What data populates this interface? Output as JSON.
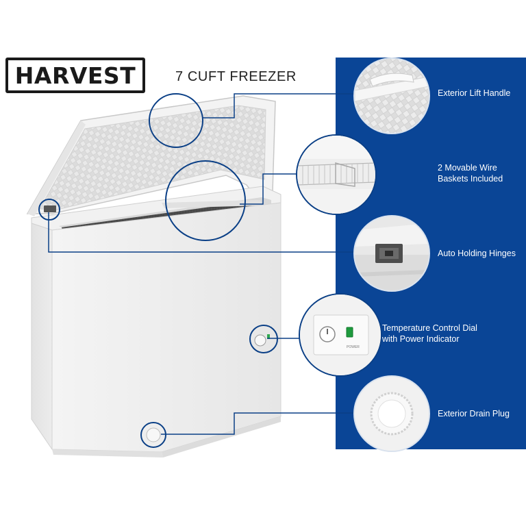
{
  "brand": {
    "logo_text": "HARVEST"
  },
  "headline": "7 CUFT FREEZER",
  "features": [
    {
      "label": "Exterior Lift Handle",
      "icon": "lift-handle-icon"
    },
    {
      "label": "2 Movable Wire Baskets Included",
      "icon": "wire-basket-icon"
    },
    {
      "label": "Auto Holding Hinges",
      "icon": "hinge-icon"
    },
    {
      "label": "Temperature Control Dial with Power Indicator",
      "icon": "control-dial-icon"
    },
    {
      "label": "Exterior Drain Plug",
      "icon": "drain-plug-icon"
    }
  ],
  "panel": {
    "power_label": "POWER"
  },
  "colors": {
    "panel_blue": "#0a4596",
    "callout_blue": "#0a3f86",
    "freezer_white": "#f2f2f2"
  }
}
